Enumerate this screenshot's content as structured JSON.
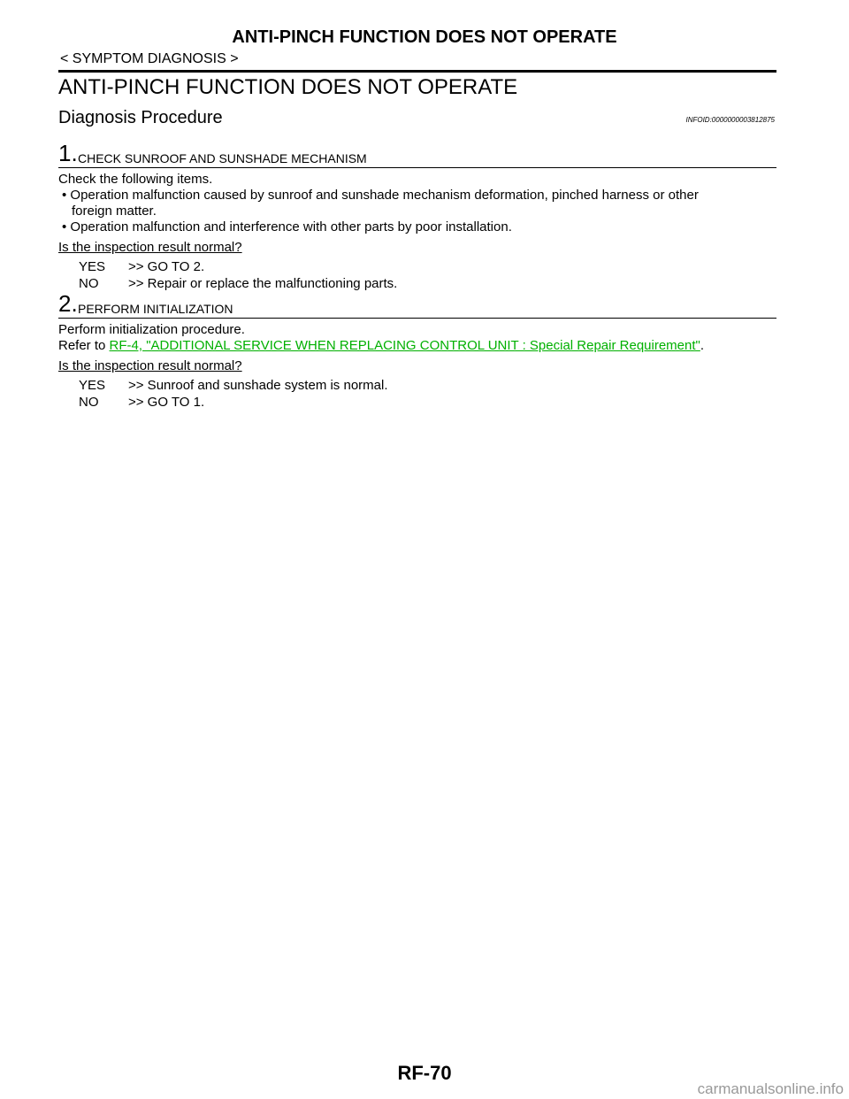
{
  "header": {
    "running_title": "ANTI-PINCH FUNCTION DOES NOT OPERATE",
    "breadcrumb": "< SYMPTOM DIAGNOSIS >"
  },
  "section": {
    "title": "ANTI-PINCH FUNCTION DOES NOT OPERATE",
    "subsection_title": "Diagnosis Procedure",
    "infoid": "INFOID:0000000003812875"
  },
  "steps": [
    {
      "number": "1.",
      "title": "CHECK SUNROOF AND SUNSHADE MECHANISM",
      "intro": "Check the following items.",
      "bullets": [
        [
          "• Operation malfunction caused by sunroof and sunshade mechanism deformation, pinched harness or other",
          "foreign matter."
        ],
        [
          "• Operation malfunction and interference with other parts by poor installation."
        ]
      ],
      "question": "Is the inspection result normal?",
      "answers": [
        {
          "key": "YES",
          "text": ">> GO TO 2."
        },
        {
          "key": "NO",
          "text": ">> Repair or replace the malfunctioning parts."
        }
      ]
    },
    {
      "number": "2.",
      "title": "PERFORM INITIALIZATION",
      "intro": "Perform initialization procedure.",
      "refer_prefix": "Refer to ",
      "refer_link": "RF-4, \"ADDITIONAL SERVICE WHEN REPLACING CONTROL UNIT : Special Repair Requirement\"",
      "refer_suffix": ".",
      "question": "Is the inspection result normal?",
      "answers": [
        {
          "key": "YES",
          "text": ">> Sunroof and sunshade system is normal."
        },
        {
          "key": "NO",
          "text": ">> GO TO 1."
        }
      ]
    }
  ],
  "footer": {
    "page_number": "RF-70",
    "watermark": "carmanualsonline.info"
  },
  "colors": {
    "link": "#00b000",
    "watermark": "#999999"
  }
}
